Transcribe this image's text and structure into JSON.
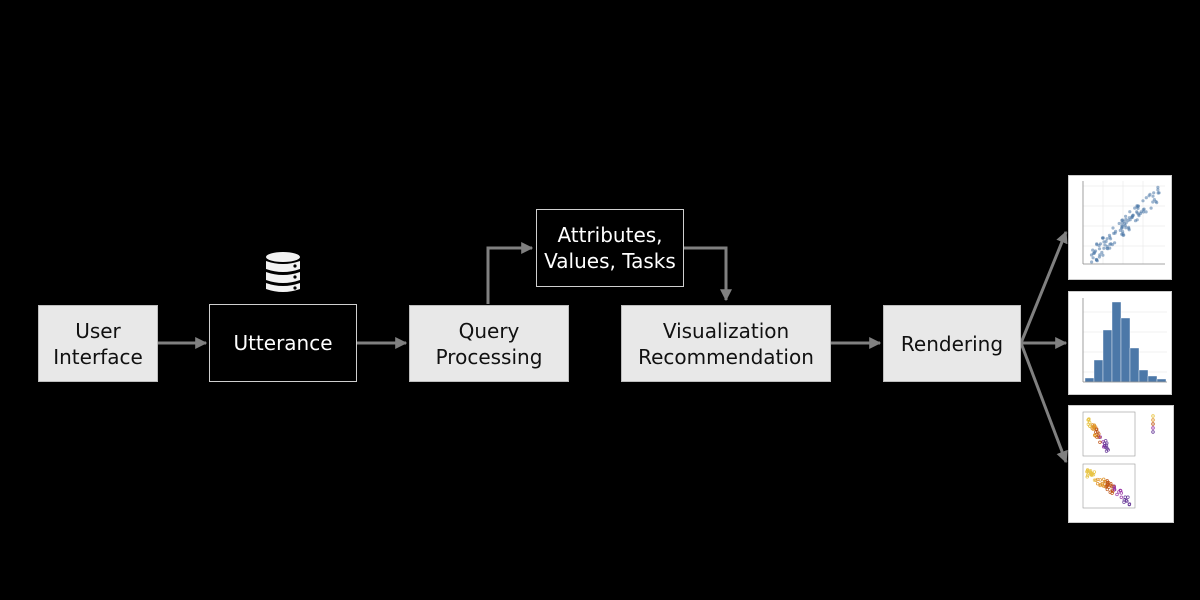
{
  "nodes": {
    "user_interface": "User\nInterface",
    "utterance": "Utterance",
    "query_processing": "Query\nProcessing",
    "attributes": "Attributes,\nValues, Tasks",
    "vis_recommendation": "Visualization\nRecommendation",
    "rendering": "Rendering"
  },
  "icons": {
    "database": "database-icon"
  },
  "outputs": [
    {
      "type": "scatter",
      "name": "scatter-plot-thumbnail"
    },
    {
      "type": "histogram",
      "name": "histogram-thumbnail"
    },
    {
      "type": "faceted-scatter",
      "name": "faceted-scatter-thumbnail"
    }
  ],
  "colors": {
    "light_box": "#e8e8e8",
    "arrow": "#808080",
    "scatter": "#4c78a8"
  }
}
